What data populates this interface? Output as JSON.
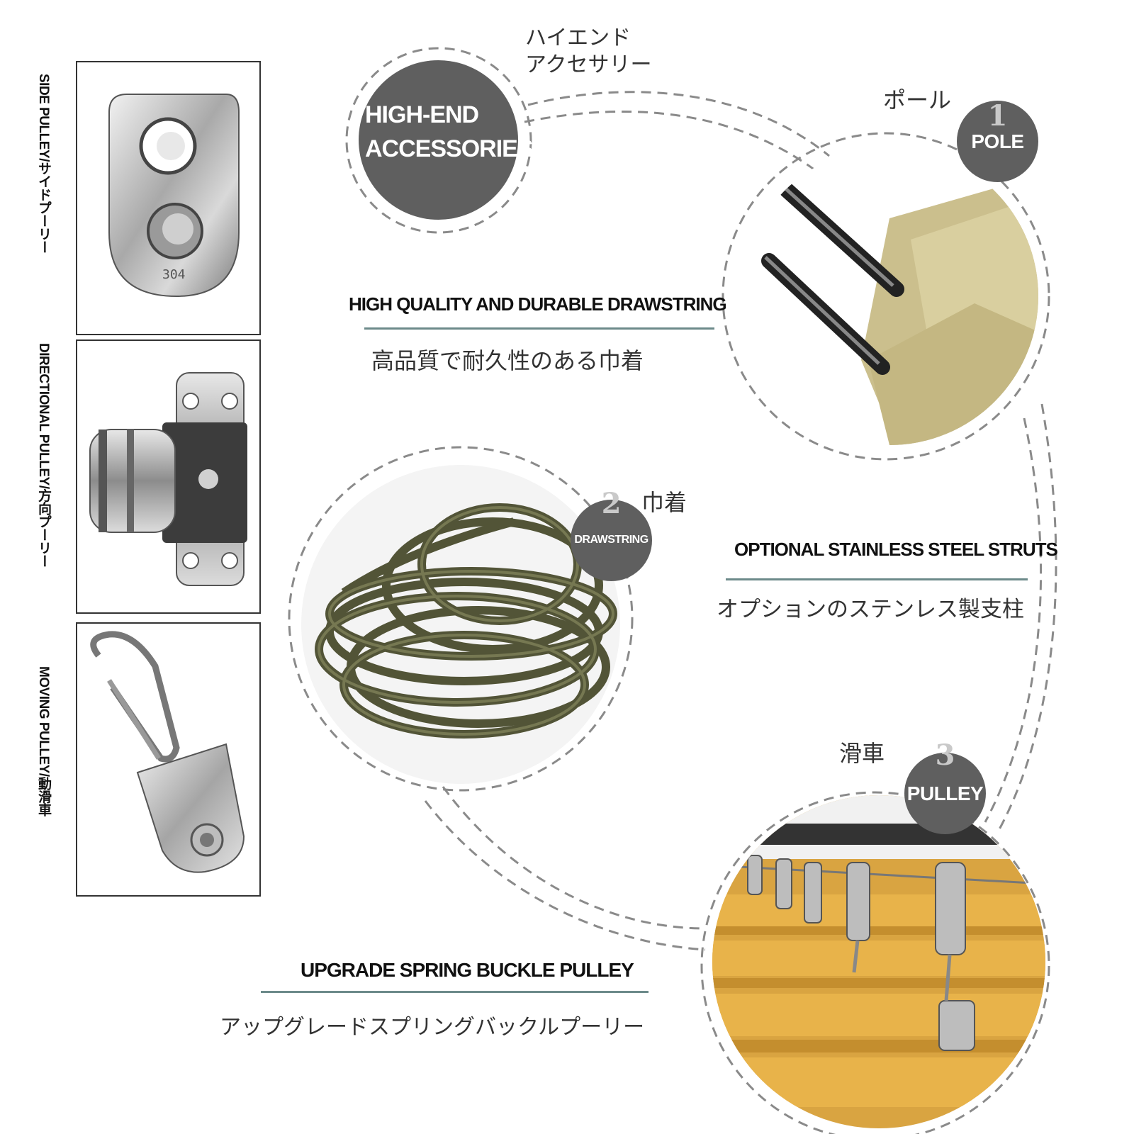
{
  "accent_color": "#5f5f5f",
  "underline_color": "#6c8a8a",
  "side_panels": [
    {
      "label": "SIDE PULLEY/サイドプーリー",
      "stamp": "304"
    },
    {
      "label": "DIRECTIONAL PULLEY/方向プーリー"
    },
    {
      "label": "MOVING PULLEY/動滑車"
    }
  ],
  "hero": {
    "title_jp_line1": "ハイエンド",
    "title_jp_line2": "アクセサリー",
    "title_en_line1": "HIGH-END",
    "title_en_line2": "ACCESSORIES"
  },
  "features": {
    "pole": {
      "num": "1",
      "label": "POLE",
      "jp": "ポール"
    },
    "drawstring": {
      "num": "2",
      "label": "DRAWSTRING",
      "jp": "巾着"
    },
    "pulley": {
      "num": "3",
      "label": "PULLEY",
      "jp": "滑車"
    }
  },
  "captions": {
    "drawstring_en": "HIGH QUALITY AND DURABLE DRAWSTRING",
    "drawstring_jp": "高品質で耐久性のある巾着",
    "struts_en": "OPTIONAL STAINLESS STEEL STRUTS",
    "struts_jp": "オプションのステンレス製支柱",
    "pulley_en": "UPGRADE SPRING BUCKLE PULLEY",
    "pulley_jp": "アップグレードスプリングバックルプーリー"
  }
}
